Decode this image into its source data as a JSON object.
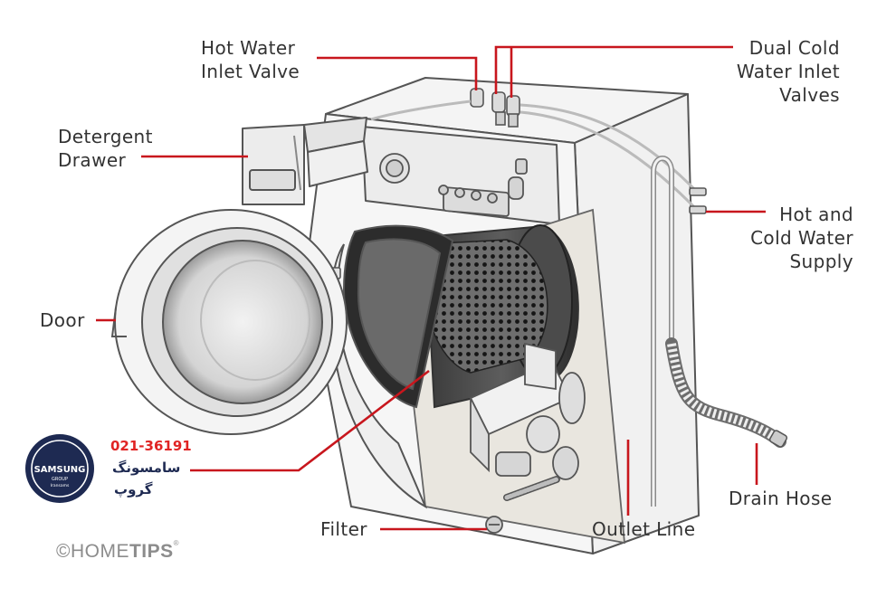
{
  "labels": {
    "hot_water_inlet_valve": [
      "Hot Water",
      "Inlet Valve"
    ],
    "dual_cold_water_inlet_valves": [
      "Dual Cold",
      "Water Inlet",
      "Valves"
    ],
    "detergent_drawer": [
      "Detergent",
      "Drawer"
    ],
    "hot_and_cold_water_supply": [
      "Hot and",
      "Cold Water",
      "Supply"
    ],
    "door": [
      "Door"
    ],
    "drain_hose": [
      "Drain Hose"
    ],
    "filter": [
      "Filter"
    ],
    "outlet_line": [
      "Outlet Line"
    ]
  },
  "watermark": {
    "logo_text": "SAMSUNG",
    "logo_sub1": "GROUP",
    "logo_sub2": "Iransams",
    "phone": "021-36191",
    "persian_line1": "سامسونگ",
    "persian_line2": "گروپ",
    "copyright_symbol": "©",
    "brand_light": "HOME",
    "brand_bold": "TIPS",
    "registered": "®"
  },
  "colors": {
    "leader_line": "#c8161d",
    "label_text": "#333333",
    "outline": "#555555"
  }
}
